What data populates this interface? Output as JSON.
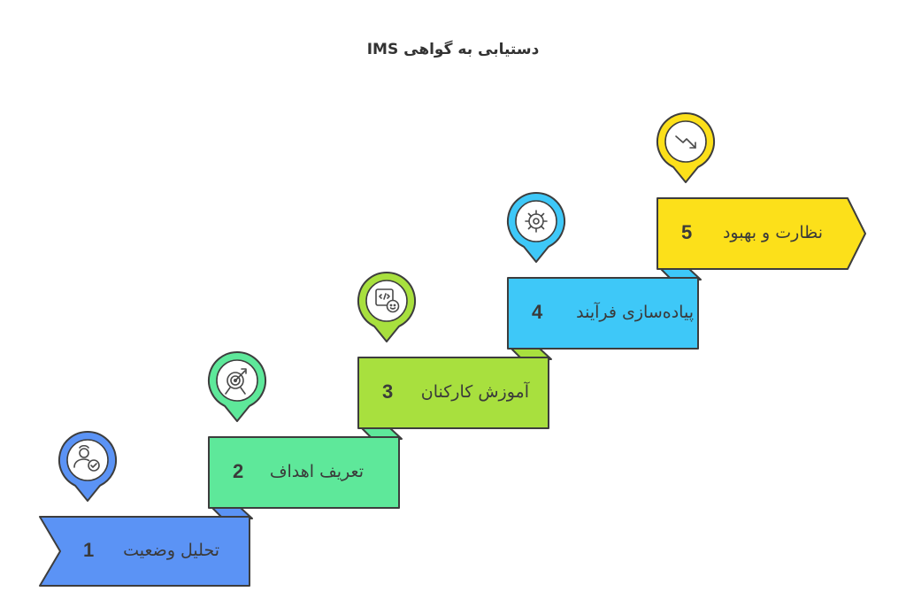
{
  "title": "دستیابی به گواهی IMS",
  "steps": [
    {
      "number": "1",
      "label": "تحلیل وضعیت",
      "color": "#5b93f5",
      "icon": "user-check-icon"
    },
    {
      "number": "2",
      "label": "تعریف اهداف",
      "color": "#5ee89a",
      "icon": "target-arrow-icon"
    },
    {
      "number": "3",
      "label": "آموزش کارکنان",
      "color": "#a8e03e",
      "icon": "code-learner-icon"
    },
    {
      "number": "4",
      "label": "پیاده‌سازی فرآیند",
      "color": "#3ec8f8",
      "icon": "gear-icon"
    },
    {
      "number": "5",
      "label": "نظارت و بهبود",
      "color": "#fce01a",
      "icon": "trend-down-icon"
    }
  ],
  "colors": {
    "outline": "#3d3d3d",
    "text": "#3a3a3a",
    "icon_bg": "#ffffff"
  }
}
